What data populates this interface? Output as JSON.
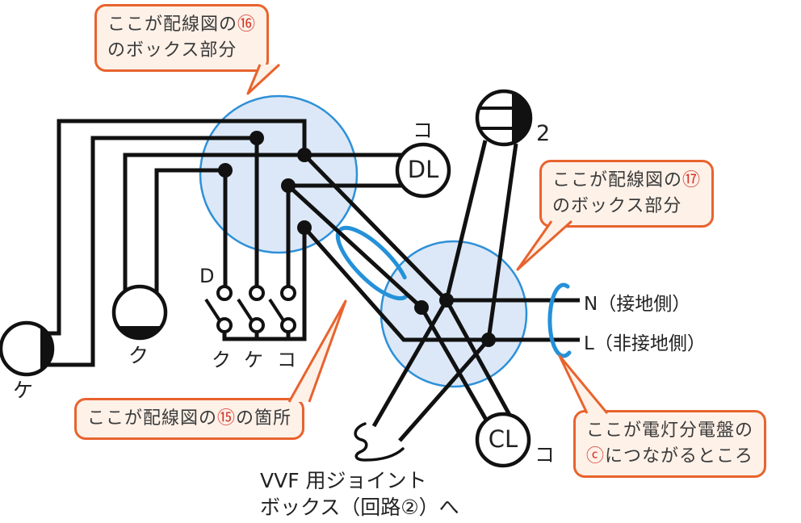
{
  "colors": {
    "wire": "#111111",
    "junction_box_fill": "#dce8f7",
    "junction_box_stroke": "#2e90d8",
    "cable_marker_blue": "#2491d9",
    "callout_border": "#e8632e",
    "callout_fill": "#fdf1e8",
    "callout_text": "#3a3a3a",
    "highlight_red": "#d6372b",
    "diagram_text": "#222222"
  },
  "callouts": {
    "box16": {
      "line1_pre": "ここが配線図の",
      "number": "⑯",
      "line2": "のボックス部分"
    },
    "box17": {
      "line1_pre": "ここが配線図の",
      "number": "⑰",
      "line2": "のボックス部分"
    },
    "spot15": {
      "pre": "ここが配線図の",
      "number": "⑮",
      "post": "の箇所"
    },
    "panel_c": {
      "line1": "ここが電灯分電盤の",
      "number": "ⓒ",
      "line2_post": "につながるところ"
    }
  },
  "labels": {
    "downlight": "DL",
    "downlight_tag": "コ",
    "ceiling_light": "CL",
    "ceiling_light_tag": "コ",
    "outlet_count": "2",
    "neutral_line": "N（接地側）",
    "live_line": "L（非接地側）",
    "switch_group": "D",
    "switch_tags": [
      "ク",
      "ケ",
      "コ"
    ],
    "lamp_left_tag": "ケ",
    "lamp_mid_tag": "ク",
    "note_line1": "VVF 用ジョイント",
    "note_line2": "ボックス（回路②）へ"
  }
}
